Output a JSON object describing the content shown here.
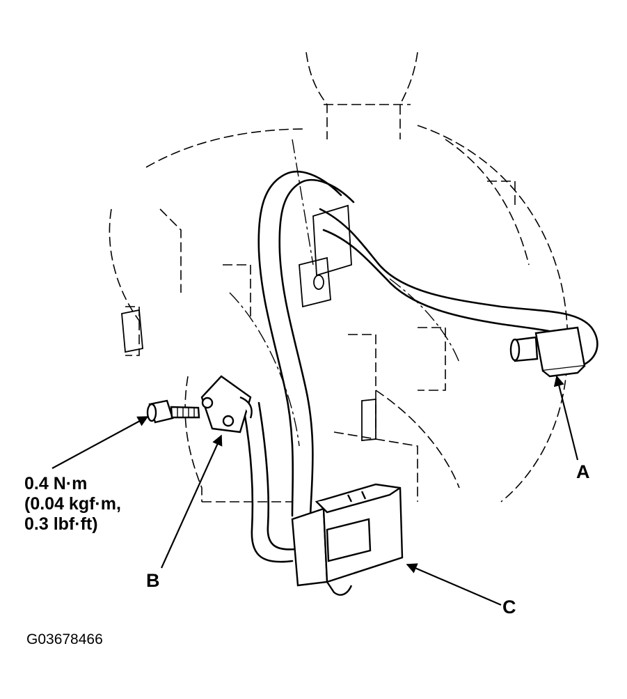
{
  "callouts": {
    "a": "A",
    "b": "B",
    "c": "C"
  },
  "torque": {
    "line1": "0.4 N·m",
    "line2": "(0.04 kgf·m,",
    "line3": "0.3 lbf·ft)"
  },
  "figure_code": "G03678466",
  "colors": {
    "ink": "#000000",
    "background": "#ffffff"
  }
}
